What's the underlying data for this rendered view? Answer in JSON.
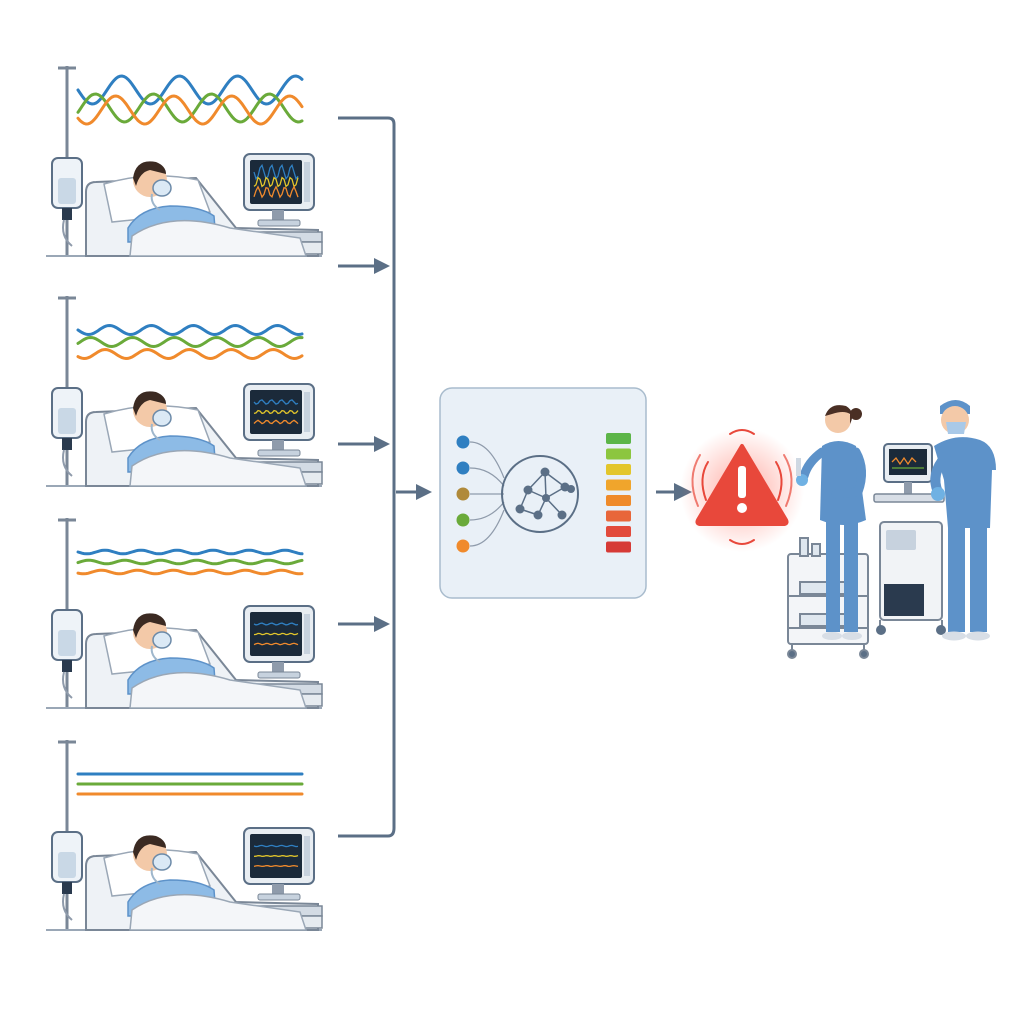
{
  "colors": {
    "blue": "#2f7fc1",
    "green": "#6aaa3a",
    "orange": "#f08a2c",
    "connector": "#5b6f86",
    "panel_fill": "#e9f0f7",
    "panel_stroke": "#a9bccd",
    "alert_red": "#e8483b",
    "scrubs": "#5d92c9"
  },
  "patients": [
    {
      "id": "patient-1",
      "waveform": "high-variability"
    },
    {
      "id": "patient-2",
      "waveform": "moderate-variability"
    },
    {
      "id": "patient-3",
      "waveform": "low-variability"
    },
    {
      "id": "patient-4",
      "waveform": "flat"
    }
  ],
  "model_panel": {
    "input_dots": [
      "#2f7fc1",
      "#2f7fc1",
      "#b08a3a",
      "#6aaa3a",
      "#f08a2c"
    ],
    "risk_bars": [
      "#5cb548",
      "#8cc63f",
      "#e3c62b",
      "#f0a52c",
      "#ef8a2a",
      "#e8663a",
      "#e24a3b",
      "#d63a36"
    ],
    "center_icon": "neural-network-icon"
  },
  "alert_icon": "warning-triangle-icon",
  "staff_icon": "clinical-staff-icon"
}
